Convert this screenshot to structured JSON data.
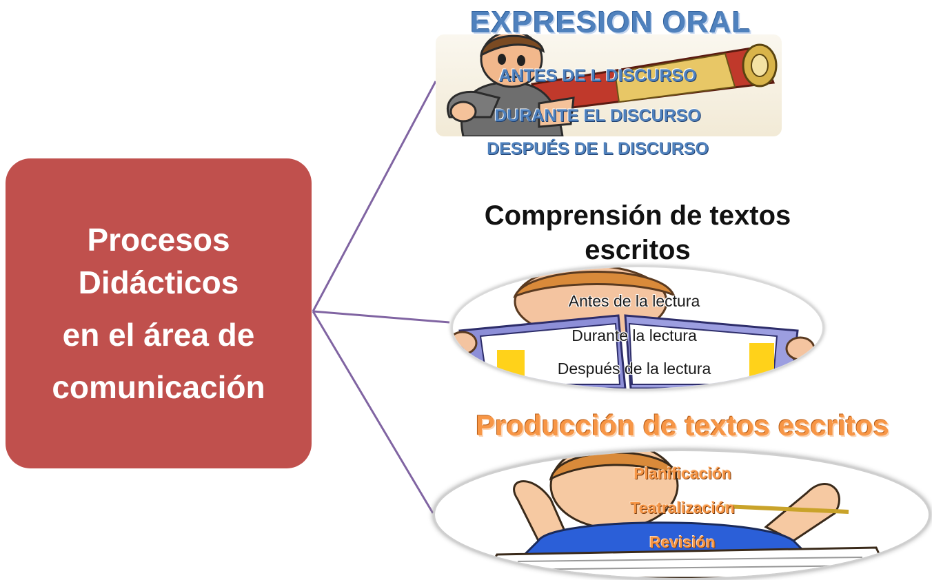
{
  "central_node": {
    "lines": [
      "Procesos",
      "Didácticos",
      "en el área de",
      "comunicación"
    ]
  },
  "colors": {
    "central_fill": "#c0504d",
    "connector": "#8064a2",
    "expresion_title": "#4f81bd",
    "produccion_title": "#f79646"
  },
  "branches": [
    {
      "title": "EXPRESION ORAL",
      "image": "boy-with-telescope-clipart",
      "items": [
        "ANTES DE L DISCURSO",
        "DURANTE EL DISCURSO",
        "DESPUÉS DE L DISCURSO"
      ]
    },
    {
      "title": "Comprensión de textos escritos",
      "image": "boy-reading-book-clipart",
      "items": [
        "Antes de la lectura",
        "Durante la lectura",
        "Después de la lectura"
      ]
    },
    {
      "title": "Producción de textos escritos",
      "image": "boy-writing-clipart",
      "items": [
        "Planificación",
        "Teatralización",
        "Revisión"
      ]
    }
  ]
}
